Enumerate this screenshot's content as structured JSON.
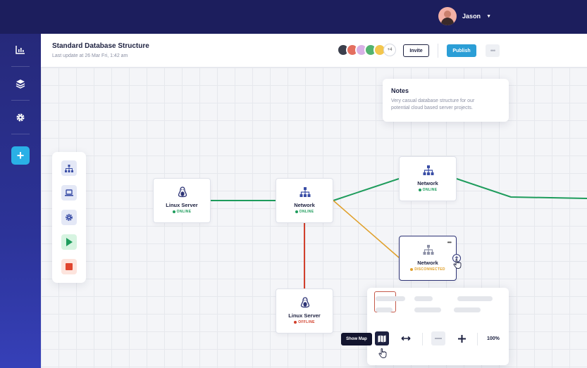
{
  "user": {
    "name": "Jason"
  },
  "sidebar": {
    "items": [
      {
        "icon": "bar-chart-icon"
      },
      {
        "icon": "layers-icon"
      },
      {
        "icon": "gear-icon"
      }
    ],
    "add_label": "+"
  },
  "header": {
    "title": "Standard Database Structure",
    "subtitle": "Last update at 26 Mar Fri, 1:42 am",
    "collaborators_more": "+4",
    "invite_label": "Invite",
    "publish_label": "Publish",
    "more_label": "•••"
  },
  "notes": {
    "title": "Notes",
    "body": "Very casual database structure for our potential cloud based server projects."
  },
  "palette": {
    "tools": [
      {
        "icon": "hierarchy-icon",
        "bg": "#e4e8f6"
      },
      {
        "icon": "laptop-icon",
        "bg": "#e4e8f6"
      },
      {
        "icon": "gear-icon",
        "bg": "#e4e8f6"
      },
      {
        "icon": "play-icon",
        "bg": "#d7f4e1"
      },
      {
        "icon": "stop-icon",
        "bg": "#fde4dd"
      }
    ]
  },
  "nodes": [
    {
      "label": "Linux Server",
      "status": "ONLINE",
      "status_color": "#1e9c5c",
      "icon": "linux-icon"
    },
    {
      "label": "Network",
      "status": "ONLINE",
      "status_color": "#1e9c5c",
      "icon": "network-icon"
    },
    {
      "label": "Network",
      "status": "ONLINE",
      "status_color": "#1e9c5c",
      "icon": "network-icon"
    },
    {
      "label": "Network",
      "status": "DISCONNECTED",
      "status_color": "#e0a02a",
      "icon": "network-icon",
      "more": "•••"
    },
    {
      "label": "Linux Server",
      "status": "OFFLINE",
      "status_color": "#d2402c",
      "icon": "linux-icon"
    }
  ],
  "edge_colors": {
    "online": "#1e9c5c",
    "disconnected": "#e0a02a",
    "offline": "#d2402c"
  },
  "map": {
    "tooltip": "Show Map",
    "zoom": "100%"
  },
  "colors": {
    "brand_dark": "#1c1e5d",
    "accent": "#2b9ed6",
    "add_button": "#2ab0e6"
  }
}
